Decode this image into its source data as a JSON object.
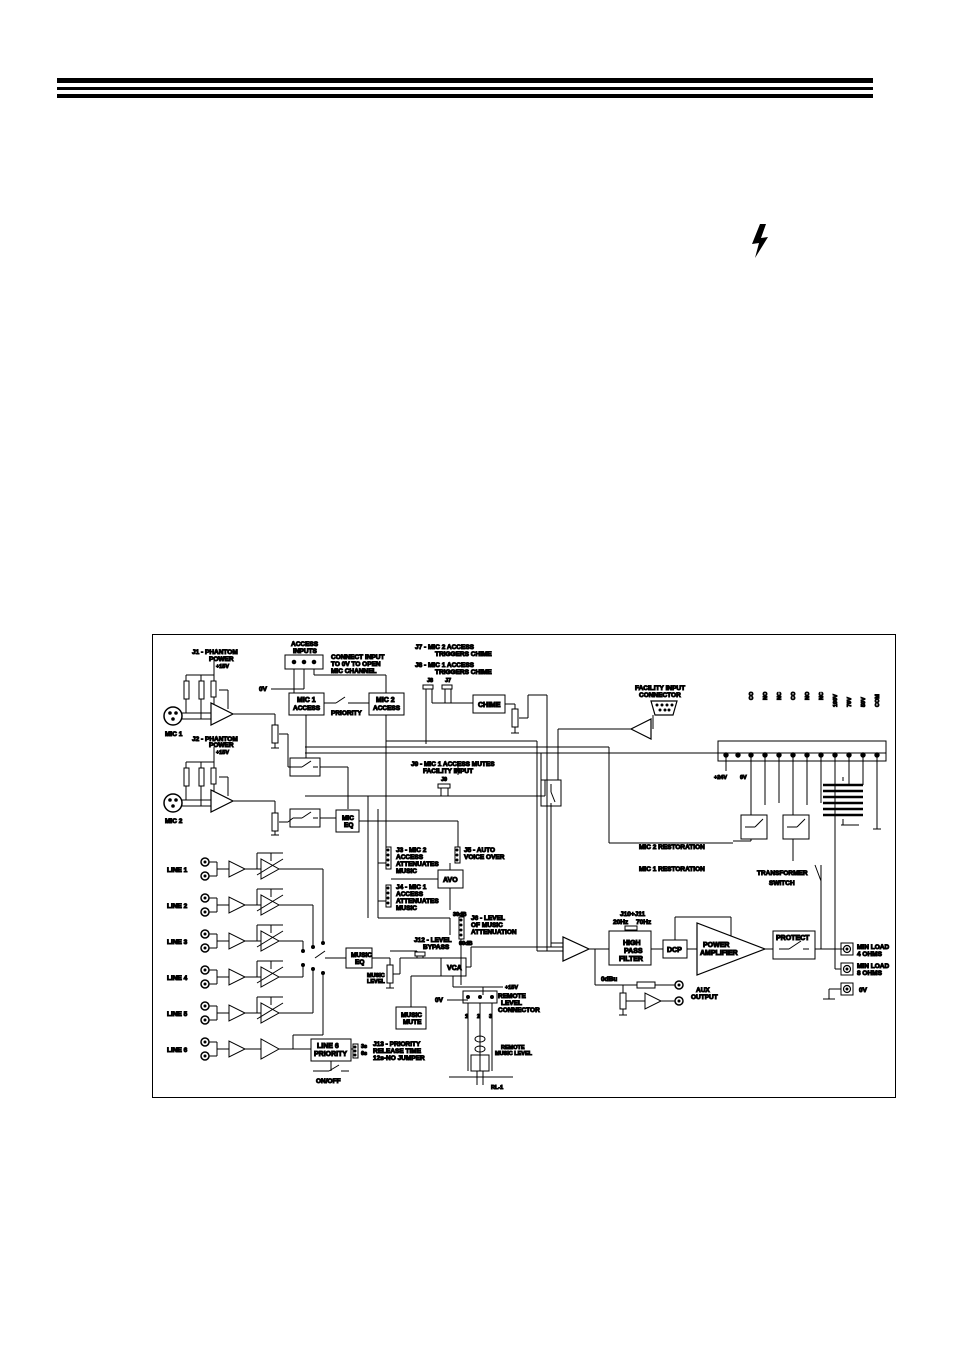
{
  "icons": {
    "warning": "lightning-bolt-icon"
  },
  "diagram": {
    "j1": "J1 - PHANTOM",
    "j1_power": "POWER",
    "p15v_a": "+15V",
    "mic1": "MIC 1",
    "j2": "J2 - PHANTOM",
    "j2_power": "POWER",
    "p15v_b": "+15V",
    "mic2": "MIC 2",
    "access_inputs_1": "ACCESS",
    "access_inputs_2": "INPUTS",
    "connect_1": "CONNECT INPUT",
    "connect_2": "TO 0V TO OPEN",
    "connect_3": "MIC CHANNEL",
    "zero_v_a": "0V",
    "mic1_access_1": "MIC 1",
    "mic1_access_2": "ACCESS",
    "priority": "PRIORITY",
    "mic2_access_1": "MIC 2",
    "mic2_access_2": "ACCESS",
    "j7_label_1": "J7 - MIC 2 ACCESS",
    "j7_label_2": "TRIGGERS CHIME",
    "j8_label_1": "J8 - MIC 1 ACCESS",
    "j8_label_2": "TRIGGERS CHIME",
    "j8": "J8",
    "j7": "J7",
    "chime": "CHIME",
    "facility_1": "FACILITY INPUT",
    "facility_2": "CONNECTOR",
    "j9_label_1": "J9 - MIC 1 ACCESS MUTES",
    "j9_label_2": "FACILITY INPUT",
    "j9": "J9",
    "mic_eq_1": "MIC",
    "mic_eq_2": "EQ",
    "j3_1": "J3 - MIC 2",
    "j3_2": "ACCESS",
    "j3_3": "ATTENUATES",
    "j3_4": "MUSIC",
    "j5_1": "J5 - AUTO",
    "j5_2": "VOICE OVER",
    "avo": "AVO",
    "j4_1": "J4 - MIC 1",
    "j4_2": "ACCESS",
    "j4_3": "ATTENUATES",
    "j4_4": "MUSIC",
    "db30": "30dB",
    "j6_1": "J6 - LEVEL",
    "j6_2": "OF MUSIC",
    "j6_3": "ATTENUATION",
    "db60": "60dB",
    "line1": "LINE 1",
    "line2": "LINE 2",
    "line3": "LINE 3",
    "line4": "LINE 4",
    "line5": "LINE 5",
    "line6": "LINE 6",
    "music_eq_1": "MUSIC",
    "music_eq_2": "EQ",
    "j12_1": "J12 - LEVEL",
    "j12_2": "BYPASS",
    "music_level_1": "MUSIC",
    "music_level_2": "LEVEL",
    "vca": "VCA",
    "p15v_c": "+15V",
    "zero_v_b": "0V",
    "music_mute_1": "MUSIC",
    "music_mute_2": "MUTE",
    "pin1": "1",
    "pin2": "2",
    "pin3": "3",
    "remote_1": "REMOTE",
    "remote_2": "LEVEL",
    "remote_3": "CONNECTOR",
    "remote_music_1": "REMOTE",
    "remote_music_2": "MUSIC LEVEL",
    "rl1": "RL-1",
    "line6_pri_1": "LINE 6",
    "line6_pri_2": "PRIORITY",
    "on_off": "ON/OFF",
    "s3": "3s",
    "s6": "6s",
    "j13_1": "J13 - PRIORITY",
    "j13_2": "RELEASE TIME",
    "j13_3": "12s-NO JUMPER",
    "j10_j11": "J10+J11",
    "hz20": "20Hz",
    "hz70": "70Hz",
    "hpf_1": "HIGH",
    "hpf_2": "PASS",
    "hpf_3": "FILTER",
    "dcp": "DCP",
    "power_amp_1": "POWER",
    "power_amp_2": "AMPLIFIER",
    "protect": "PROTECT",
    "odbu": "0dBu",
    "aux_1": "AUX",
    "aux_2": "OUTPUT",
    "term_p24v": "+24V",
    "term_0v": "0V",
    "term_co1": "CO",
    "term_no1": "NO",
    "term_nc1": "NC",
    "term_co2": "CO",
    "term_no2": "NO",
    "term_nc2": "NC",
    "term_100v": "100V",
    "term_70v": "70V",
    "term_50v": "50V",
    "term_com": "COM",
    "mic2_restoration": "MIC 2 RESTORATION",
    "mic1_restoration": "MIC 1 RESTORATION",
    "transformer_1": "TRANSFORMER",
    "transformer_2": "SWITCH",
    "minload4_1": "MIN LOAD",
    "minload4_2": "4 OHMS",
    "minload8_1": "MIN LOAD",
    "minload8_2": "8 OHMS",
    "out_0v": "0V"
  }
}
